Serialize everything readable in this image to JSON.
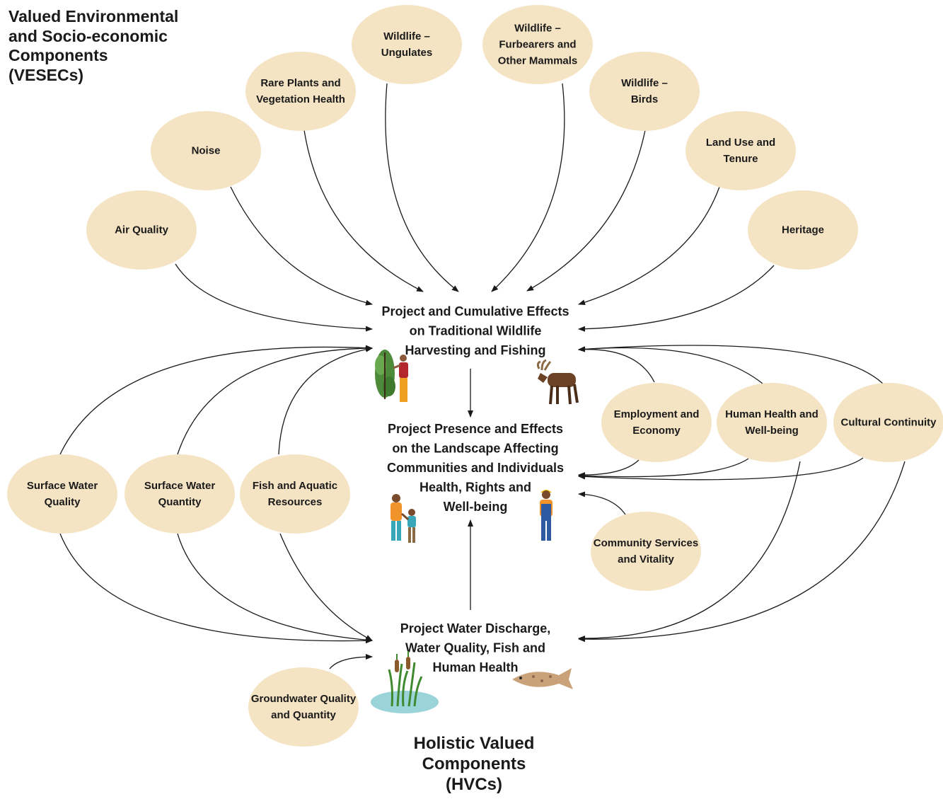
{
  "vesec_heading": {
    "line1": "Valued Environmental",
    "line2": "and Socio-economic",
    "line3": "Components",
    "line4": "(VESECs)"
  },
  "hvc_heading": {
    "line1": "Holistic Valued",
    "line2": "Components",
    "line3": "(HVCs)"
  },
  "colors": {
    "vc_fill": "#f5e4c4",
    "text": "#1a1a1a",
    "arrow": "#1a1a1a"
  },
  "hvcs": [
    {
      "id": "wildlife-harvesting",
      "lines": [
        "Project and Cumulative Effects",
        "on Traditional Wildlife",
        "Harvesting and Fishing"
      ],
      "icons": [
        "plant-harvester-icon",
        "moose-icon"
      ]
    },
    {
      "id": "landscape-wellbeing",
      "lines": [
        "Project Presence and Effects",
        "on the Landscape Affecting",
        "Communities and Individuals",
        "Health, Rights and",
        "Well-being"
      ],
      "icons": [
        "family-icon",
        "worker-icon"
      ]
    },
    {
      "id": "water-discharge",
      "lines": [
        "Project Water Discharge,",
        "Water Quality, Fish and",
        "Human Health"
      ],
      "icons": [
        "cattail-pond-icon",
        "fish-icon"
      ]
    }
  ],
  "vesecs": [
    {
      "id": "air-quality",
      "lines": [
        "Air Quality"
      ],
      "links_to": [
        "wildlife-harvesting"
      ]
    },
    {
      "id": "noise",
      "lines": [
        "Noise"
      ],
      "links_to": [
        "wildlife-harvesting"
      ]
    },
    {
      "id": "rare-plants",
      "lines": [
        "Rare Plants and",
        "Vegetation Health"
      ],
      "links_to": [
        "wildlife-harvesting"
      ]
    },
    {
      "id": "ungulates",
      "lines": [
        "Wildlife –",
        "Ungulates"
      ],
      "links_to": [
        "wildlife-harvesting"
      ]
    },
    {
      "id": "furbearers",
      "lines": [
        "Wildlife –",
        "Furbearers and",
        "Other Mammals"
      ],
      "links_to": [
        "wildlife-harvesting"
      ]
    },
    {
      "id": "birds",
      "lines": [
        "Wildlife –",
        "Birds"
      ],
      "links_to": [
        "wildlife-harvesting"
      ]
    },
    {
      "id": "land-use",
      "lines": [
        "Land Use and",
        "Tenure"
      ],
      "links_to": [
        "wildlife-harvesting"
      ]
    },
    {
      "id": "heritage",
      "lines": [
        "Heritage"
      ],
      "links_to": [
        "wildlife-harvesting"
      ]
    },
    {
      "id": "surface-water-quality",
      "lines": [
        "Surface Water",
        "Quality"
      ],
      "links_to": [
        "wildlife-harvesting",
        "water-discharge"
      ]
    },
    {
      "id": "surface-water-quantity",
      "lines": [
        "Surface Water",
        "Quantity"
      ],
      "links_to": [
        "wildlife-harvesting",
        "water-discharge"
      ]
    },
    {
      "id": "fish-aquatic",
      "lines": [
        "Fish and Aquatic",
        "Resources"
      ],
      "links_to": [
        "wildlife-harvesting",
        "water-discharge"
      ]
    },
    {
      "id": "employment",
      "lines": [
        "Employment and",
        "Economy"
      ],
      "links_to": [
        "wildlife-harvesting",
        "landscape-wellbeing"
      ]
    },
    {
      "id": "human-health",
      "lines": [
        "Human Health and",
        "Well-being"
      ],
      "links_to": [
        "wildlife-harvesting",
        "landscape-wellbeing",
        "water-discharge"
      ]
    },
    {
      "id": "cultural-continuity",
      "lines": [
        "Cultural Continuity"
      ],
      "links_to": [
        "wildlife-harvesting",
        "landscape-wellbeing",
        "water-discharge"
      ]
    },
    {
      "id": "community-services",
      "lines": [
        "Community Services",
        "and Vitality"
      ],
      "links_to": [
        "landscape-wellbeing"
      ]
    },
    {
      "id": "groundwater",
      "lines": [
        "Groundwater Quality",
        "and Quantity"
      ],
      "links_to": [
        "water-discharge"
      ]
    }
  ],
  "hvc_links": [
    {
      "from": "wildlife-harvesting",
      "to": "landscape-wellbeing"
    },
    {
      "from": "water-discharge",
      "to": "landscape-wellbeing"
    }
  ]
}
